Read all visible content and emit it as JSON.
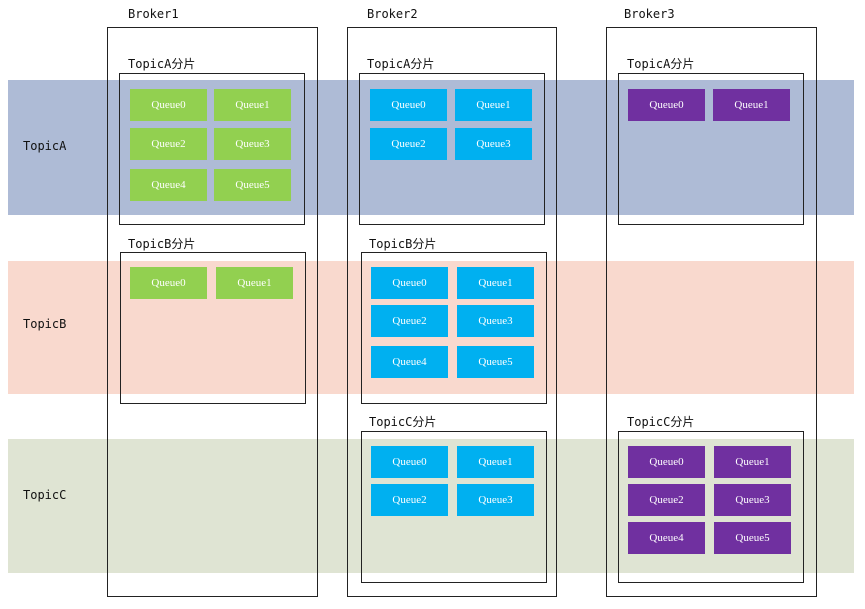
{
  "colors": {
    "topicA_band": "#aebbd6",
    "topicB_band": "#f9d9ce",
    "topicC_band": "#dfe4d3",
    "broker1_queue": "#92d050",
    "broker2_queue": "#00b0f0",
    "broker3_queue": "#7030a0"
  },
  "bands": [
    {
      "label": "TopicA"
    },
    {
      "label": "TopicB"
    },
    {
      "label": "TopicC"
    }
  ],
  "brokers": [
    {
      "title": "Broker1",
      "shards": [
        {
          "title": "TopicA分片",
          "queues": [
            "Queue0",
            "Queue1",
            "Queue2",
            "Queue3",
            "Queue4",
            "Queue5"
          ]
        },
        {
          "title": "TopicB分片",
          "queues": [
            "Queue0",
            "Queue1"
          ]
        }
      ]
    },
    {
      "title": "Broker2",
      "shards": [
        {
          "title": "TopicA分片",
          "queues": [
            "Queue0",
            "Queue1",
            "Queue2",
            "Queue3"
          ]
        },
        {
          "title": "TopicB分片",
          "queues": [
            "Queue0",
            "Queue1",
            "Queue2",
            "Queue3",
            "Queue4",
            "Queue5"
          ]
        },
        {
          "title": "TopicC分片",
          "queues": [
            "Queue0",
            "Queue1",
            "Queue2",
            "Queue3"
          ]
        }
      ]
    },
    {
      "title": "Broker3",
      "shards": [
        {
          "title": "TopicA分片",
          "queues": [
            "Queue0",
            "Queue1"
          ]
        },
        {
          "title": "TopicC分片",
          "queues": [
            "Queue0",
            "Queue1",
            "Queue2",
            "Queue3",
            "Queue4",
            "Queue5"
          ]
        }
      ]
    }
  ]
}
